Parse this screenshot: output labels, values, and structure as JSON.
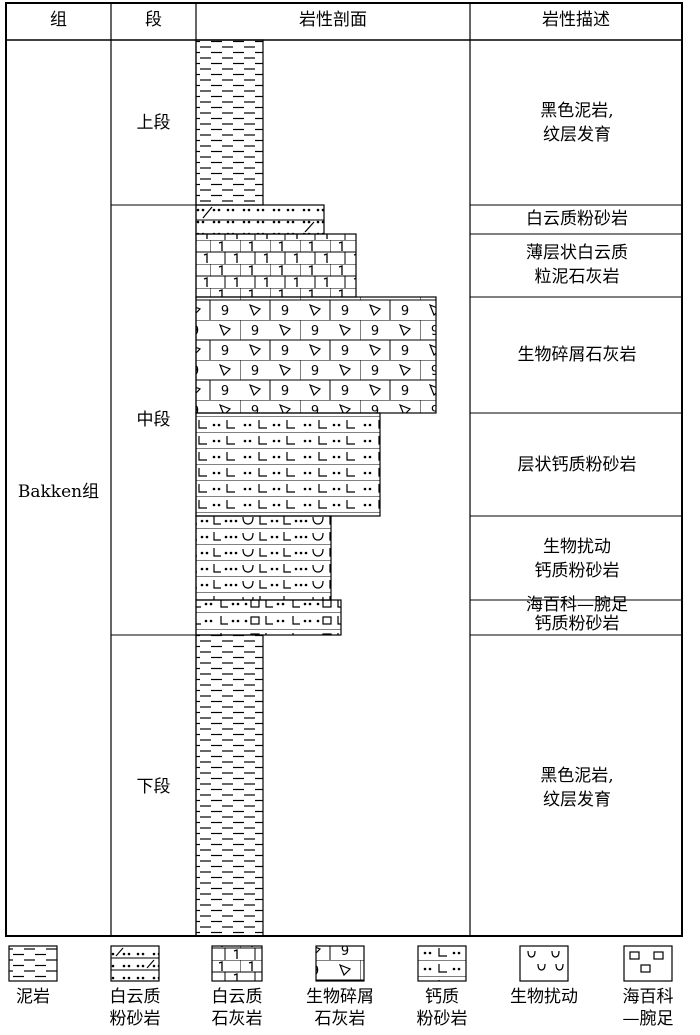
{
  "headers": {
    "formation": "组",
    "member": "段",
    "profile": "岩性剖面",
    "description": "岩性描述"
  },
  "formation": "Bakken组",
  "members": {
    "upper": "上段",
    "middle": "中段",
    "lower": "下段"
  },
  "descriptions": [
    "黑色泥岩,\n纹层发育",
    "白云质粉砂岩",
    "薄层状白云质\n粒泥石灰岩",
    "生物碎屑石灰岩",
    "层状钙质粉砂岩",
    "生物扰动\n钙质粉砂岩",
    "海百科—腕足\n钙质粉砂岩",
    "黑色泥岩,\n纹层发育"
  ],
  "legend": [
    {
      "label": "泥岩",
      "pattern": "mudstone"
    },
    {
      "label": "白云质\n粉砂岩",
      "pattern": "dolomitic-siltstone"
    },
    {
      "label": "白云质\n石灰岩",
      "pattern": "dolomitic-limestone"
    },
    {
      "label": "生物碎屑\n石灰岩",
      "pattern": "bioclastic-limestone"
    },
    {
      "label": "钙质\n粉砂岩",
      "pattern": "calcareous-siltstone"
    },
    {
      "label": "生物扰动",
      "pattern": "bioturbation"
    },
    {
      "label": "海百科\n—腕足",
      "pattern": "crinoid-brachiopod"
    }
  ]
}
